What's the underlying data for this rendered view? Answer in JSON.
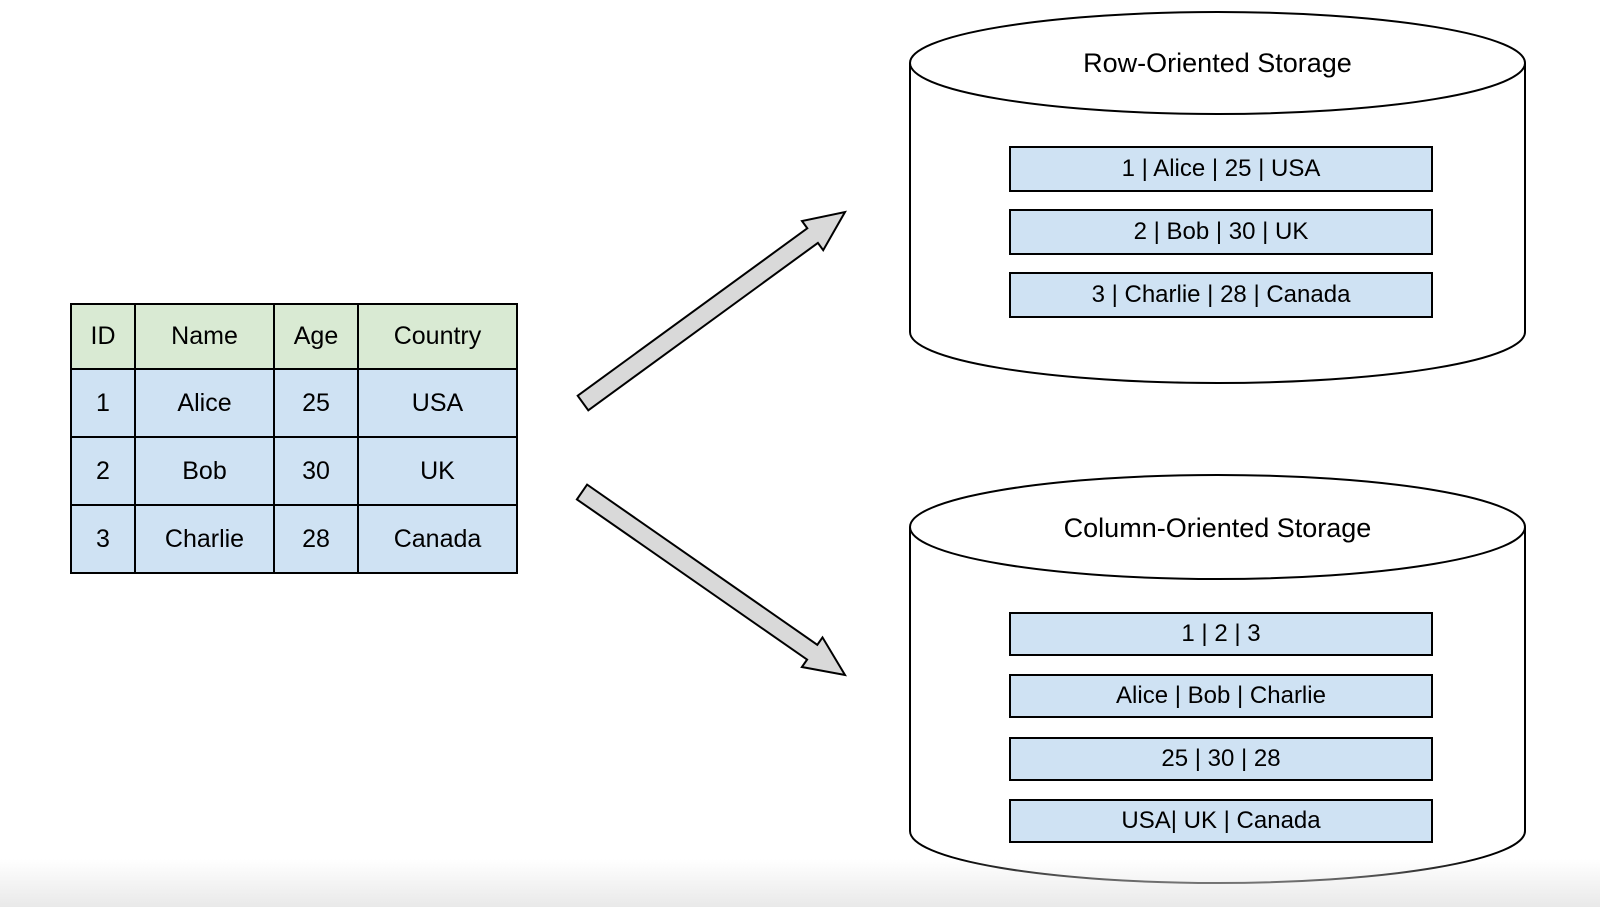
{
  "table": {
    "headers": [
      "ID",
      "Name",
      "Age",
      "Country"
    ],
    "rows": [
      [
        "1",
        "Alice",
        "25",
        "USA"
      ],
      [
        "2",
        "Bob",
        "30",
        "UK"
      ],
      [
        "3",
        "Charlie",
        "28",
        "Canada"
      ]
    ]
  },
  "row_storage": {
    "title": "Row-Oriented Storage",
    "records": [
      "1 | Alice | 25 | USA",
      "2 | Bob | 30 | UK",
      "3 | Charlie | 28 | Canada"
    ]
  },
  "column_storage": {
    "title": "Column-Oriented Storage",
    "records": [
      "1 | 2 | 3",
      "Alice | Bob | Charlie",
      "25 | 30 | 28",
      "USA| UK | Canada"
    ]
  },
  "colors": {
    "header_green": "#d9ead3",
    "cell_blue": "#cfe2f3",
    "arrow_gray": "#d9d9d9",
    "outline": "#000000",
    "background": "#ffffff"
  }
}
